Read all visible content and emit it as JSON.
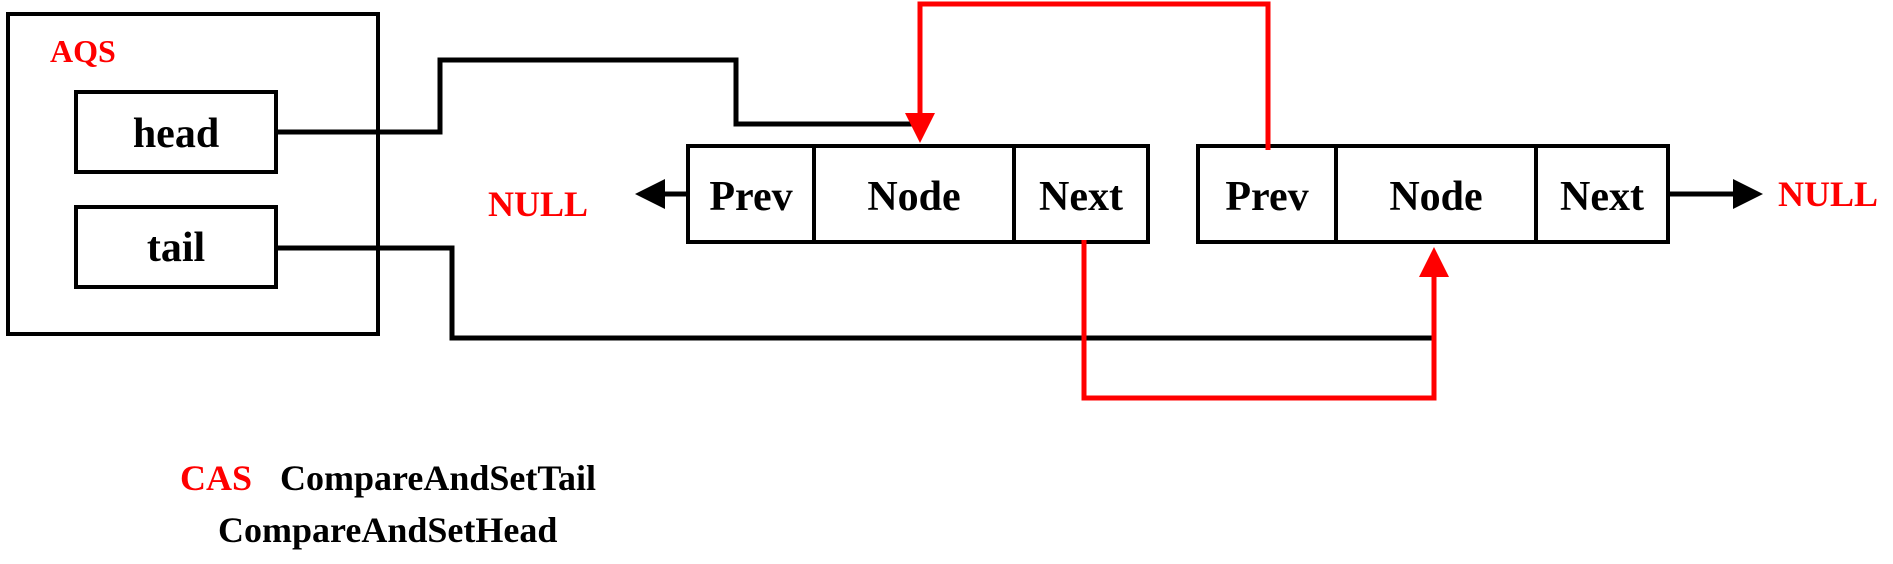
{
  "colors": {
    "accent": "#ff0000",
    "ink": "#000000",
    "background": "#ffffff"
  },
  "aqs": {
    "label": "AQS",
    "head_label": "head",
    "tail_label": "tail"
  },
  "nodes": [
    {
      "prev_label": "Prev",
      "node_label": "Node",
      "next_label": "Next"
    },
    {
      "prev_label": "Prev",
      "node_label": "Node",
      "next_label": "Next"
    }
  ],
  "null_left": "NULL",
  "null_right": "NULL",
  "notes": {
    "cas_label": "CAS",
    "cas_tail": "CompareAndSetTail",
    "cas_head": "CompareAndSetHead"
  }
}
